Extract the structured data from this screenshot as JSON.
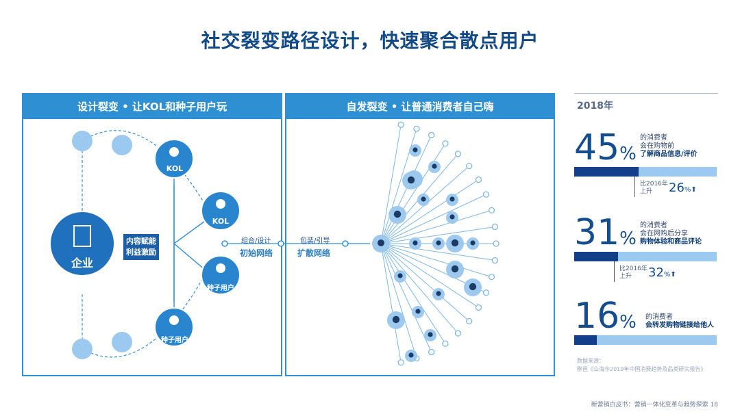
{
  "title": "社交裂变路径设计，快速聚合散点用户",
  "left_panel": {
    "header": "设计裂变 • 让KOL和种子用户玩",
    "enterprise": "企业",
    "incentive_line1": "内容赋能",
    "incentive_line2": "利益激励",
    "kol_label": "KOL",
    "seed_label": "种子用户"
  },
  "flow": {
    "left_small": "组合/设计",
    "left_big": "初始网络",
    "right_small": "包装/引导",
    "right_big": "扩散网络"
  },
  "right_panel": {
    "header": "自发裂变 • 让普通消费者自己嗨"
  },
  "stats": {
    "year": "2018年",
    "items": [
      {
        "value": "45",
        "unit": "%",
        "line1": "的消费者",
        "line2": "会在购物前",
        "line3": "了解商品信息/评价",
        "fill": 0.45,
        "cmp_l1": "比2016年",
        "cmp_l2": "上升",
        "cmp_value": "26",
        "cmp_unit": "%",
        "arrow": "⬆"
      },
      {
        "value": "31",
        "unit": "%",
        "line1": "的消费者",
        "line2": "会在网购后分享",
        "line3": "购物体验和商品评论",
        "fill": 0.31,
        "cmp_l1": "比2016年",
        "cmp_l2": "上升",
        "cmp_value": "32",
        "cmp_unit": "%",
        "arrow": "⬆"
      },
      {
        "value": "16",
        "unit": "%",
        "line1": "的消费者",
        "line2": "会转发购物链接给他人",
        "fill": 0.16
      }
    ],
    "source_label": "数据来源：",
    "source_text": "群邑《山海今2019年中国消费趋势及品类研究报告》"
  },
  "footer": "新营销白皮书：营销一体化变革与趋势探索   18",
  "colors": {
    "primary": "#2e8fd3",
    "dark": "#134d8f",
    "light": "#9cc9ef"
  }
}
